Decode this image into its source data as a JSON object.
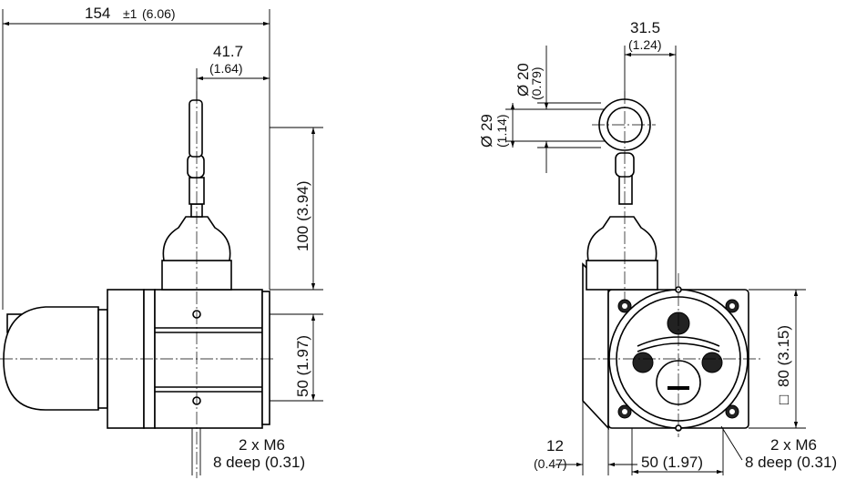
{
  "title": "Draw-wire encoder dimensional drawing",
  "side_view": {
    "overall_length": "154",
    "overall_tolerance": "±1",
    "overall_length_in": "(6.06)",
    "cable_offset": "41.7",
    "cable_offset_in": "(1.64)",
    "height_to_axis": "100 (3.94)",
    "hole_spacing": "50 (1.97)",
    "thread_count": "2 x M6",
    "thread_depth": "8 deep (0.31)"
  },
  "front_view": {
    "width_offset": "31.5",
    "width_offset_in": "(1.24)",
    "ring_inner_dia": "Ø 20",
    "ring_inner_dia_in": "(0.79)",
    "ring_outer_dia": "Ø 29",
    "ring_outer_dia_in": "(1.14)",
    "square_symbol": "□",
    "flange_size": "80 (3.15)",
    "edge_offset": "12",
    "edge_offset_in": "(0.47)",
    "hole_spacing": "50 (1.97)",
    "thread_count": "2 x M6",
    "thread_depth": "8 deep (0.31)"
  }
}
